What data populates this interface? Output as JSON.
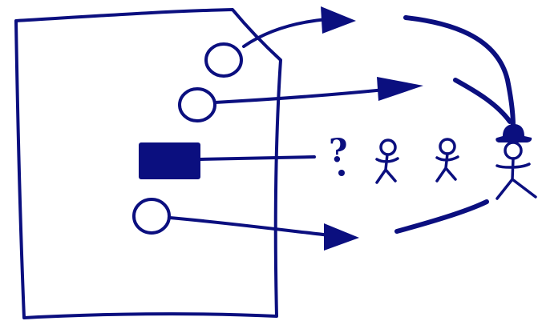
{
  "diagram": {
    "ink_color": "#0b0f7f",
    "background": "#ffffff",
    "elements": {
      "document": "document-sheet",
      "outputs": [
        {
          "name": "hollow-circle-port",
          "kind": "circle",
          "connects_to": "arrow"
        },
        {
          "name": "hollow-circle-port",
          "kind": "circle",
          "connects_to": "arrow"
        },
        {
          "name": "filled-square-port",
          "kind": "square",
          "connects_to": "unknown-person"
        },
        {
          "name": "hollow-circle-port",
          "kind": "circle",
          "connects_to": "arrow"
        }
      ],
      "people": [
        "unknown-person",
        "stick-figure",
        "stick-figure",
        "stick-figure-with-hat"
      ],
      "unknown_marker": "?"
    }
  }
}
